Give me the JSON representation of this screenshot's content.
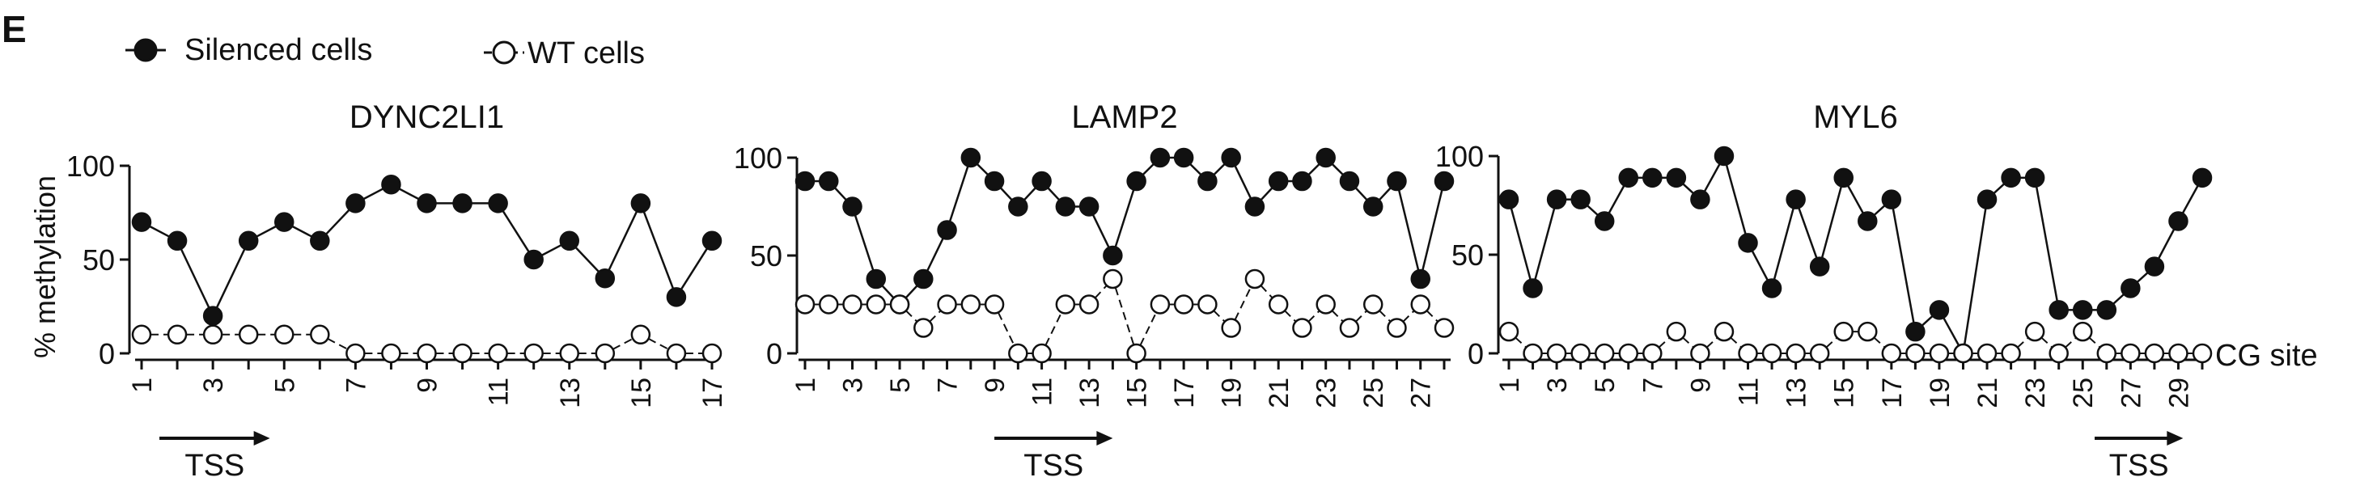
{
  "panel_label": "E",
  "legend": {
    "silenced": "Silenced cells",
    "wt": "WT cells"
  },
  "ylabel": "% methylation",
  "xlabel": "CG site",
  "tss_label": "TSS",
  "yticks": [
    "0",
    "50",
    "100"
  ],
  "chart_data": [
    {
      "type": "line",
      "title": "DYNC2LI1",
      "x": [
        1,
        2,
        3,
        4,
        5,
        6,
        7,
        8,
        9,
        10,
        11,
        12,
        13,
        14,
        15,
        16,
        17
      ],
      "xticks": [
        "1",
        "3",
        "5",
        "7",
        "9",
        "11",
        "13",
        "15",
        "17"
      ],
      "ylim": [
        0,
        100
      ],
      "tss_start": 1.5,
      "tss_end": 4.6,
      "series": [
        {
          "name": "Silenced cells",
          "marker": "filled",
          "values": [
            70,
            60,
            20,
            60,
            70,
            60,
            80,
            90,
            80,
            80,
            80,
            50,
            60,
            40,
            80,
            30,
            60
          ]
        },
        {
          "name": "WT cells",
          "marker": "open",
          "values": [
            10,
            10,
            10,
            10,
            10,
            10,
            0,
            0,
            0,
            0,
            0,
            0,
            0,
            0,
            10,
            0,
            0
          ]
        }
      ]
    },
    {
      "type": "line",
      "title": "LAMP2",
      "x": [
        1,
        2,
        3,
        4,
        5,
        6,
        7,
        8,
        9,
        10,
        11,
        12,
        13,
        14,
        15,
        16,
        17,
        18,
        19,
        20,
        21,
        22,
        23,
        24,
        25,
        26,
        27,
        28
      ],
      "xticks": [
        "1",
        "3",
        "5",
        "7",
        "9",
        "11",
        "13",
        "15",
        "17",
        "19",
        "21",
        "23",
        "25",
        "27"
      ],
      "ylim": [
        0,
        100
      ],
      "tss_start": 9,
      "tss_end": 14,
      "series": [
        {
          "name": "Silenced cells",
          "marker": "filled",
          "values": [
            88,
            88,
            75,
            38,
            25,
            38,
            63,
            100,
            88,
            75,
            88,
            75,
            75,
            50,
            88,
            100,
            100,
            88,
            100,
            75,
            88,
            88,
            100,
            88,
            75,
            88,
            38,
            88
          ]
        },
        {
          "name": "WT cells",
          "marker": "open",
          "values": [
            25,
            25,
            25,
            25,
            25,
            13,
            25,
            25,
            25,
            0,
            0,
            25,
            25,
            38,
            0,
            25,
            25,
            25,
            13,
            38,
            25,
            13,
            25,
            13,
            25,
            13,
            25,
            13
          ]
        }
      ]
    },
    {
      "type": "line",
      "title": "MYL6",
      "x": [
        1,
        2,
        3,
        4,
        5,
        6,
        7,
        8,
        9,
        10,
        11,
        12,
        13,
        14,
        15,
        16,
        17,
        18,
        19,
        20,
        21,
        22,
        23,
        24,
        25,
        26,
        27,
        28,
        29,
        30
      ],
      "xticks": [
        "1",
        "3",
        "5",
        "7",
        "9",
        "11",
        "13",
        "15",
        "17",
        "19",
        "21",
        "23",
        "25",
        "27",
        "29"
      ],
      "ylim": [
        0,
        100
      ],
      "tss_start": 25.5,
      "tss_end": 29.2,
      "series": [
        {
          "name": "Silenced cells",
          "marker": "filled",
          "values": [
            78,
            33,
            78,
            78,
            67,
            89,
            89,
            89,
            78,
            100,
            56,
            33,
            78,
            44,
            89,
            67,
            78,
            11,
            22,
            0,
            78,
            89,
            89,
            22,
            22,
            22,
            33,
            44,
            67,
            89
          ]
        },
        {
          "name": "WT cells",
          "marker": "open",
          "values": [
            11,
            0,
            0,
            0,
            0,
            0,
            0,
            11,
            0,
            11,
            0,
            0,
            0,
            0,
            11,
            11,
            0,
            0,
            0,
            0,
            0,
            0,
            11,
            0,
            11,
            0,
            0,
            0,
            0,
            0
          ]
        }
      ]
    }
  ]
}
